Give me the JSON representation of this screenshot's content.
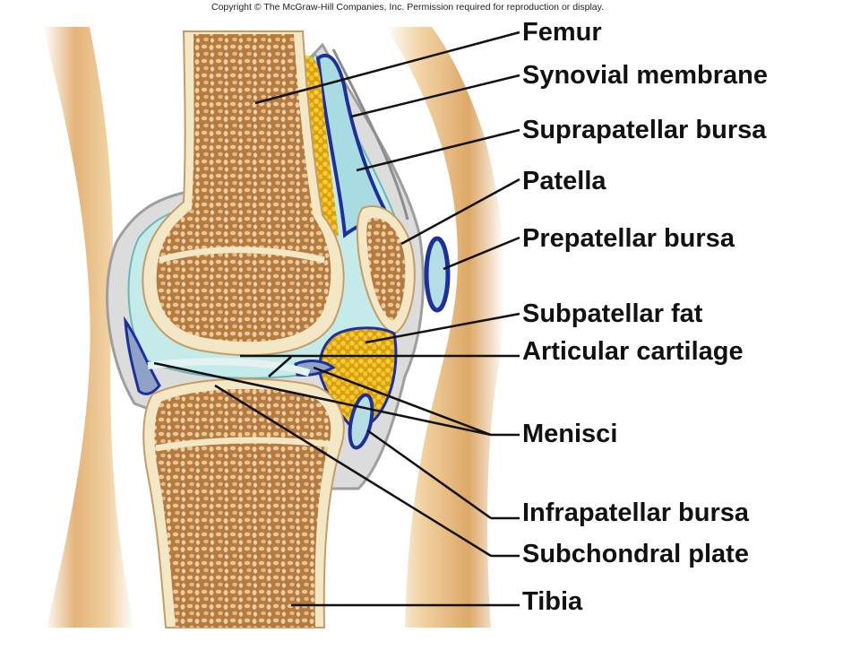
{
  "copyright": "Copyright © The McGraw-Hill Companies, Inc. Permission required for reproduction or display.",
  "labels": {
    "femur": "Femur",
    "synovial_membrane": "Synovial membrane",
    "suprapatellar_bursa": "Suprapatellar bursa",
    "patella": "Patella",
    "prepatellar_bursa": "Prepatellar bursa",
    "subpatellar_fat": "Subpatellar fat",
    "articular_cartilage": "Articular cartilage",
    "menisci": "Menisci",
    "infrapatellar_bursa": "Infrapatellar bursa",
    "subchondral_plate": "Subchondral plate",
    "tibia": "Tibia"
  },
  "colors": {
    "skin": "#e8c08a",
    "bone_spongy": "#c8915a",
    "bone_cortex": "#f3e6c4",
    "synovial_fluid": "#bfe6e6",
    "bursa_outline": "#1e2f9a",
    "fat": "#f2c21c",
    "capsule": "#c9c9c9",
    "meniscus": "#8ea2c8"
  }
}
